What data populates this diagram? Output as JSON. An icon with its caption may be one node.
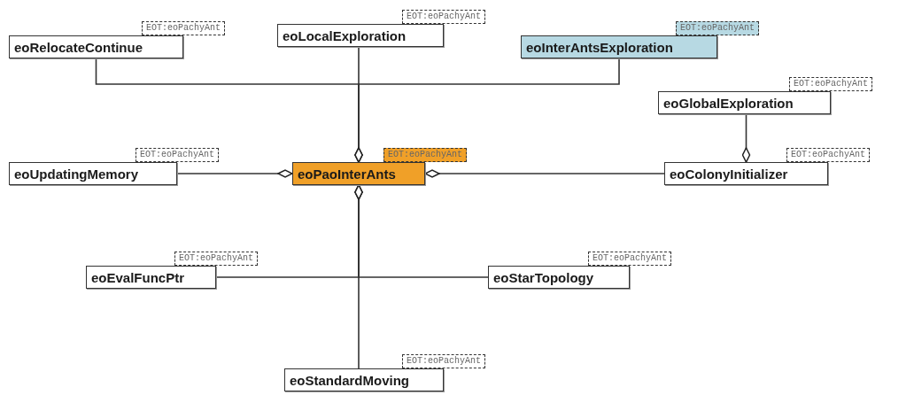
{
  "diagram": {
    "nodes": [
      {
        "text": [
          "EOT:eoPachyAnt",
          "eoRelocateContinue"
        ]
      },
      {
        "text": [
          "EOT:eoPachyAnt",
          "eoLocalExploration"
        ]
      },
      {
        "text": [
          "EOT:eoPachyAnt",
          "eoInterAntsExploration"
        ]
      },
      {
        "text": [
          "EOT:eoPachyAnt",
          "eoGlobalExploration"
        ]
      },
      {
        "text": [
          "EOT:eoPachyAnt",
          "eoUpdatingMemory"
        ]
      },
      {
        "text": [
          "EOT:eoPachyAnt",
          "eoPaoInterAnts"
        ]
      },
      {
        "text": [
          "EOT:eoPachyAnt",
          "eoColonyInitializer"
        ]
      },
      {
        "text": [
          "EOT:eoPachyAnt",
          "eoEvalFuncPtr"
        ]
      },
      {
        "text": [
          "EOT:eoPachyAnt",
          "eoStarTopology"
        ]
      },
      {
        "text": [
          "EOT:eoPachyAnt",
          "eoStandardMoving"
        ]
      }
    ],
    "edges": [
      {
        "from": 0,
        "to": 5,
        "arrow": "other"
      },
      {
        "from": 1,
        "to": 5,
        "arrow": "other"
      },
      {
        "from": 2,
        "to": 5,
        "arrow": "other"
      },
      {
        "from": 4,
        "to": 5,
        "arrow": "other"
      },
      {
        "from": 6,
        "to": 5,
        "arrow": "other"
      },
      {
        "from": 3,
        "to": 6,
        "arrow": "other"
      },
      {
        "from": 7,
        "to": 5,
        "arrow": "other"
      },
      {
        "from": 8,
        "to": 5,
        "arrow": "other"
      },
      {
        "from": 9,
        "to": 5,
        "arrow": "other"
      }
    ]
  }
}
